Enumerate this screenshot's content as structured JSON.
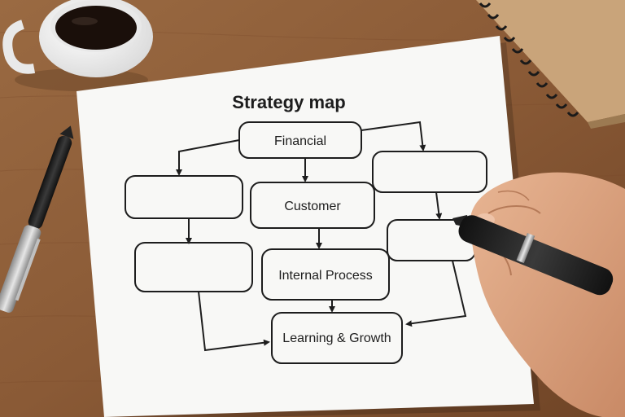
{
  "paper": {
    "title": "Strategy map",
    "boxes": {
      "financial": "Financial",
      "customer": "Customer",
      "internal_process": "Internal Process",
      "learning_growth": "Learning & Growth"
    }
  },
  "colors": {
    "desk": "#8a5a36",
    "paper": "#f8f8f6",
    "ink": "#1d1d1d",
    "notebook": "#c9a47a",
    "coffee": "#1a0f0a",
    "skin": "#d9a07f"
  },
  "objects": [
    "coffee-cup",
    "pen",
    "spiral-notebook",
    "hand-with-pen"
  ]
}
